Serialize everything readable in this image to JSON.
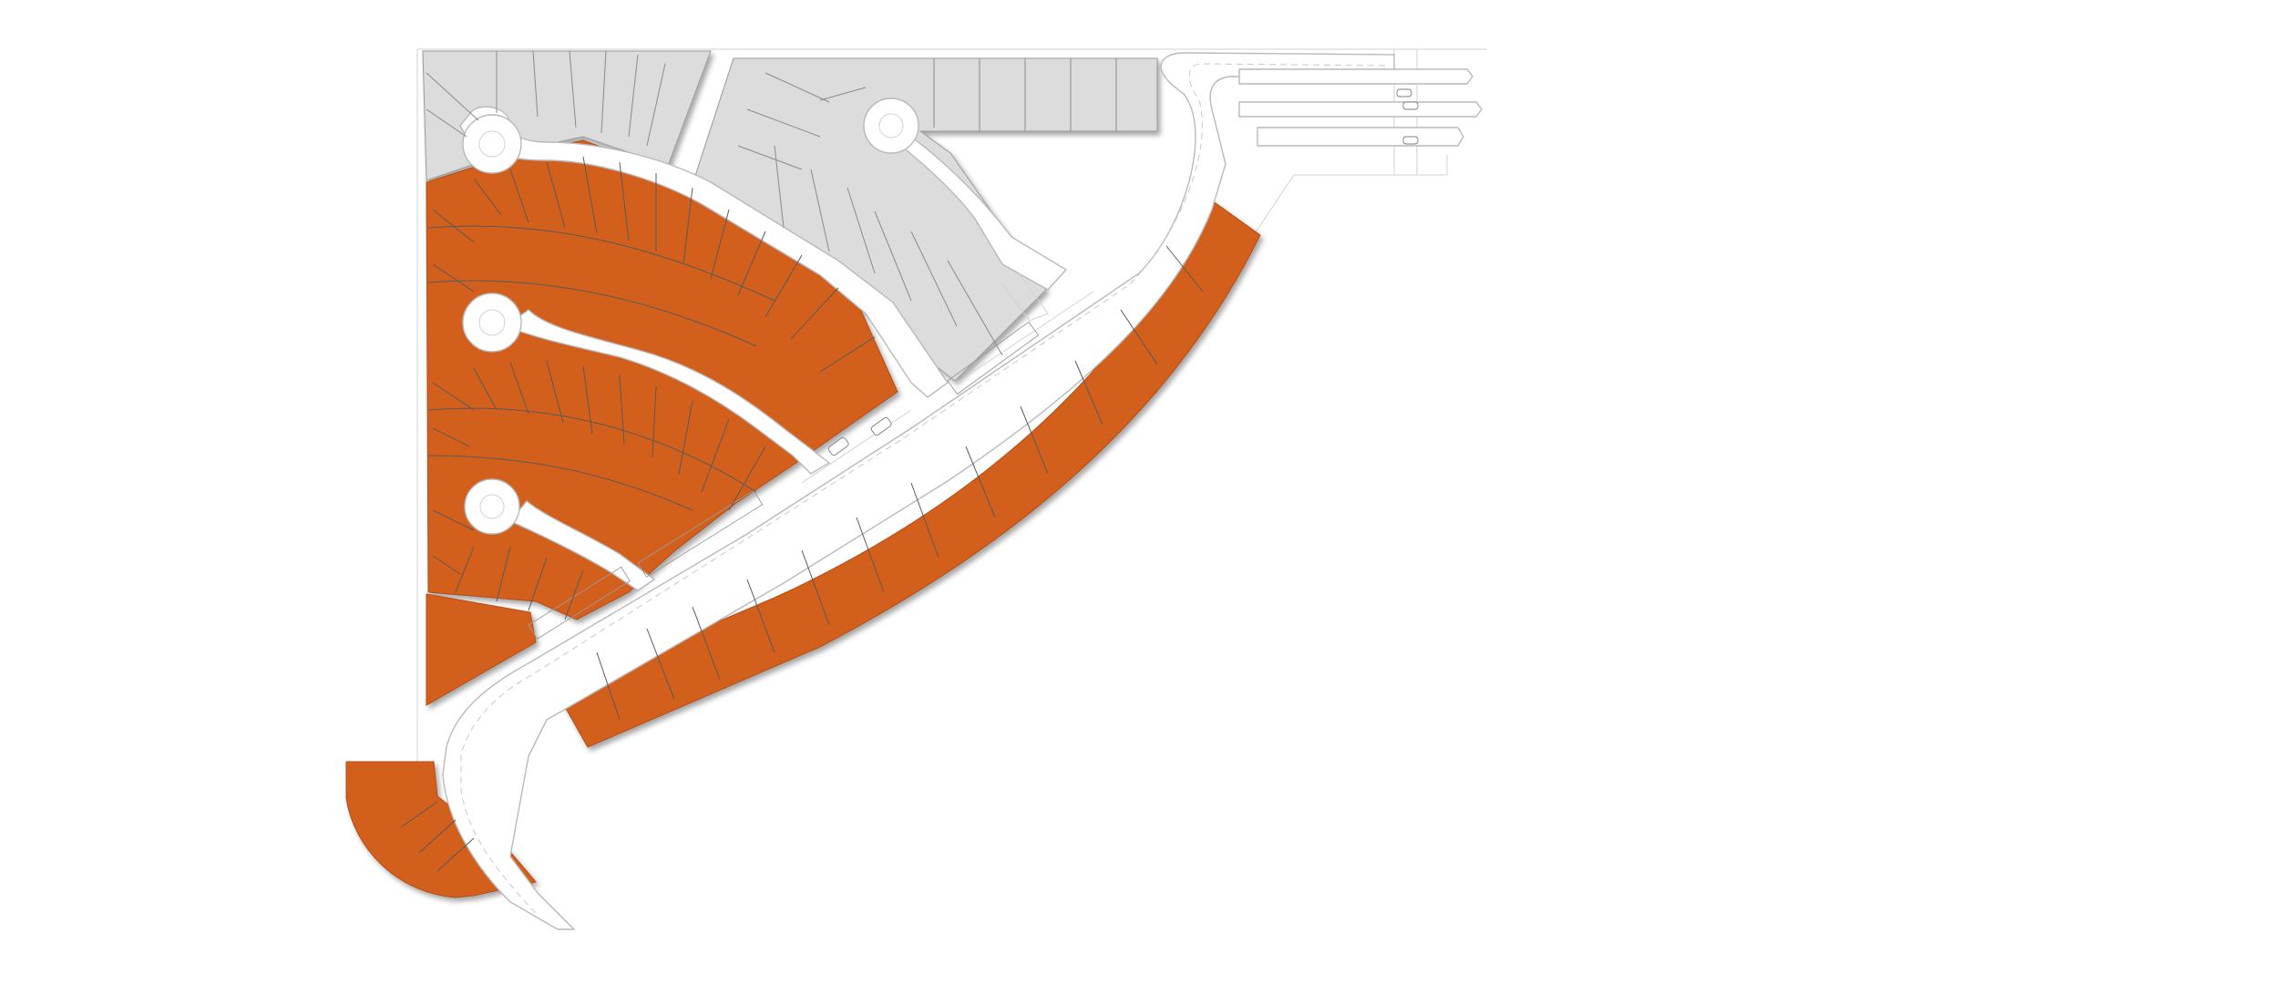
{
  "legend": {
    "available_color": "#d35f1e",
    "sold_color": "#dcdcdc",
    "road_color": "#ffffff",
    "line_color": "#b9b9b9"
  },
  "parcels": [
    {
      "id": "north-west-cluster",
      "status": "sold"
    },
    {
      "id": "north-east-cluster",
      "status": "sold"
    },
    {
      "id": "west-fan-cluster",
      "status": "available"
    },
    {
      "id": "south-west-corner-parcel",
      "status": "available"
    },
    {
      "id": "south-east-arc-strip",
      "status": "available"
    },
    {
      "id": "south-round-parcel",
      "status": "available"
    }
  ]
}
